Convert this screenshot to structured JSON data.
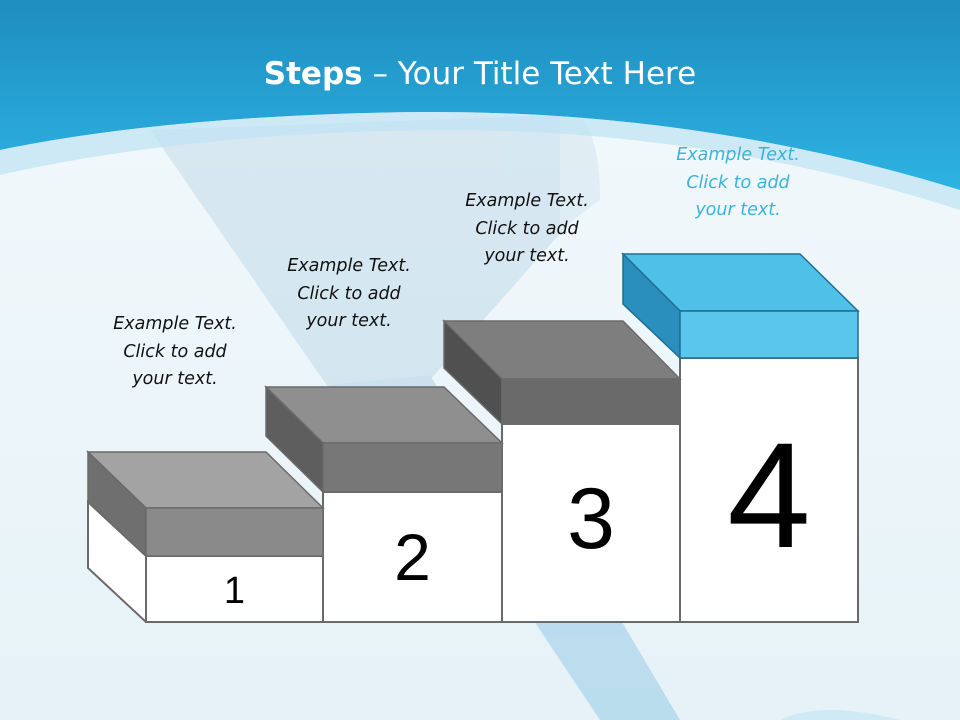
{
  "title": {
    "bold": "Steps",
    "rest": " – Your Title Text Here"
  },
  "steps": [
    {
      "number": "1",
      "lines": [
        "Example Text.",
        "Click  to add",
        "your text."
      ]
    },
    {
      "number": "2",
      "lines": [
        "Example Text.",
        "Click  to add",
        "your text."
      ]
    },
    {
      "number": "3",
      "lines": [
        "Example Text.",
        "Click  to add",
        "your text."
      ]
    },
    {
      "number": "4",
      "lines": [
        "Example Text.",
        "Click  to add",
        "your text."
      ]
    }
  ],
  "colors": {
    "header_blue": "#2fa5d4",
    "accent_blue": "#3fb8e2",
    "gray_block": "#7a7a7a",
    "outline": "#5a5a5a"
  }
}
